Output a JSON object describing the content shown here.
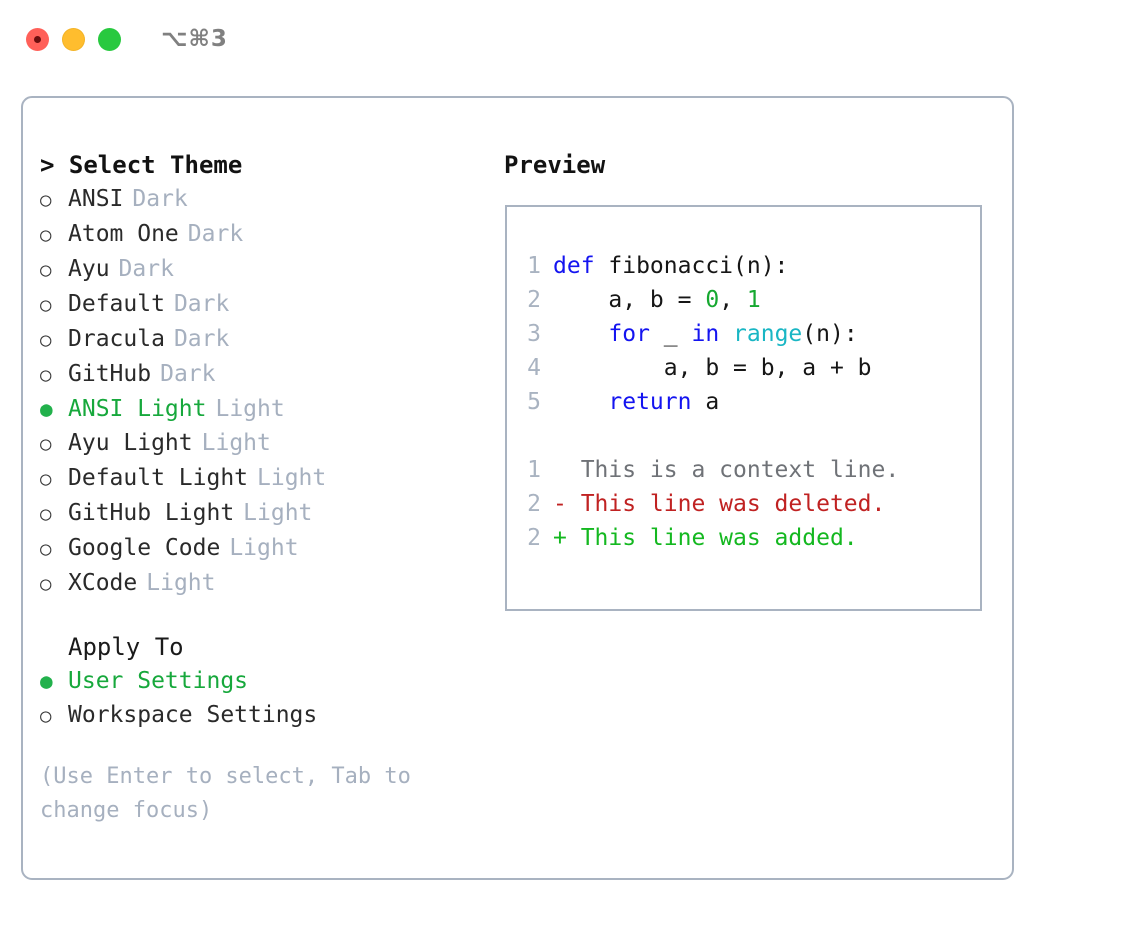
{
  "titlebar": {
    "shortcut": "⌥⌘3",
    "buttons": [
      {
        "name": "close",
        "color": "#ff6059"
      },
      {
        "name": "minimize",
        "color": "#ffbd2e"
      },
      {
        "name": "maximize",
        "color": "#28c93f"
      }
    ]
  },
  "theme_selector": {
    "header": "> Select Theme",
    "options": [
      {
        "marker": "○",
        "label": "ANSI",
        "suffix": "Dark",
        "selected": false
      },
      {
        "marker": "○",
        "label": "Atom One",
        "suffix": "Dark",
        "selected": false
      },
      {
        "marker": "○",
        "label": "Ayu",
        "suffix": "Dark",
        "selected": false
      },
      {
        "marker": "○",
        "label": "Default",
        "suffix": "Dark",
        "selected": false
      },
      {
        "marker": "○",
        "label": "Dracula",
        "suffix": "Dark",
        "selected": false
      },
      {
        "marker": "○",
        "label": "GitHub",
        "suffix": "Dark",
        "selected": false
      },
      {
        "marker": "●",
        "label": "ANSI Light",
        "suffix": "Light",
        "selected": true
      },
      {
        "marker": "○",
        "label": "Ayu Light",
        "suffix": "Light",
        "selected": false
      },
      {
        "marker": "○",
        "label": "Default Light",
        "suffix": "Light",
        "selected": false
      },
      {
        "marker": "○",
        "label": "GitHub Light",
        "suffix": "Light",
        "selected": false
      },
      {
        "marker": "○",
        "label": "Google Code",
        "suffix": "Light",
        "selected": false
      },
      {
        "marker": "○",
        "label": "XCode",
        "suffix": "Light",
        "selected": false
      }
    ]
  },
  "apply_to": {
    "header": "Apply To",
    "options": [
      {
        "marker": "●",
        "label": "User Settings",
        "selected": true
      },
      {
        "marker": "○",
        "label": "Workspace Settings",
        "selected": false
      }
    ]
  },
  "hint": "(Use Enter to select, Tab to change focus)",
  "preview": {
    "title": "Preview",
    "code_lines": [
      {
        "ln": "1",
        "tokens": [
          {
            "t": "def ",
            "c": "kw"
          },
          {
            "t": "fibonacci(n):",
            "c": "pl"
          }
        ]
      },
      {
        "ln": "2",
        "tokens": [
          {
            "t": "    a, b = ",
            "c": "pl"
          },
          {
            "t": "0",
            "c": "num"
          },
          {
            "t": ", ",
            "c": "pl"
          },
          {
            "t": "1",
            "c": "num"
          }
        ]
      },
      {
        "ln": "3",
        "tokens": [
          {
            "t": "    ",
            "c": "pl"
          },
          {
            "t": "for",
            "c": "kw"
          },
          {
            "t": " _ ",
            "c": "pl"
          },
          {
            "t": "in",
            "c": "kw"
          },
          {
            "t": " ",
            "c": "pl"
          },
          {
            "t": "range",
            "c": "fn"
          },
          {
            "t": "(n):",
            "c": "pl"
          }
        ]
      },
      {
        "ln": "4",
        "tokens": [
          {
            "t": "        a, b = b, a + b",
            "c": "pl"
          }
        ]
      },
      {
        "ln": "5",
        "tokens": [
          {
            "t": "    ",
            "c": "pl"
          },
          {
            "t": "return",
            "c": "kw"
          },
          {
            "t": " a",
            "c": "pl"
          }
        ]
      }
    ],
    "diff_lines": [
      {
        "ln": "1",
        "kind": "ctx",
        "text": "  This is a context line."
      },
      {
        "ln": "2",
        "kind": "del",
        "text": "- This line was deleted."
      },
      {
        "ln": "2",
        "kind": "add",
        "text": "+ This line was added."
      }
    ]
  },
  "colors": {
    "accent_green": "#17a83c",
    "muted": "#a6b0bf",
    "border": "#a9b3c1",
    "keyword": "#1414f0",
    "function": "#19b6c4",
    "number": "#16a830",
    "diff_deleted": "#c02222",
    "diff_added": "#14b820",
    "diff_context": "#6f7277"
  }
}
